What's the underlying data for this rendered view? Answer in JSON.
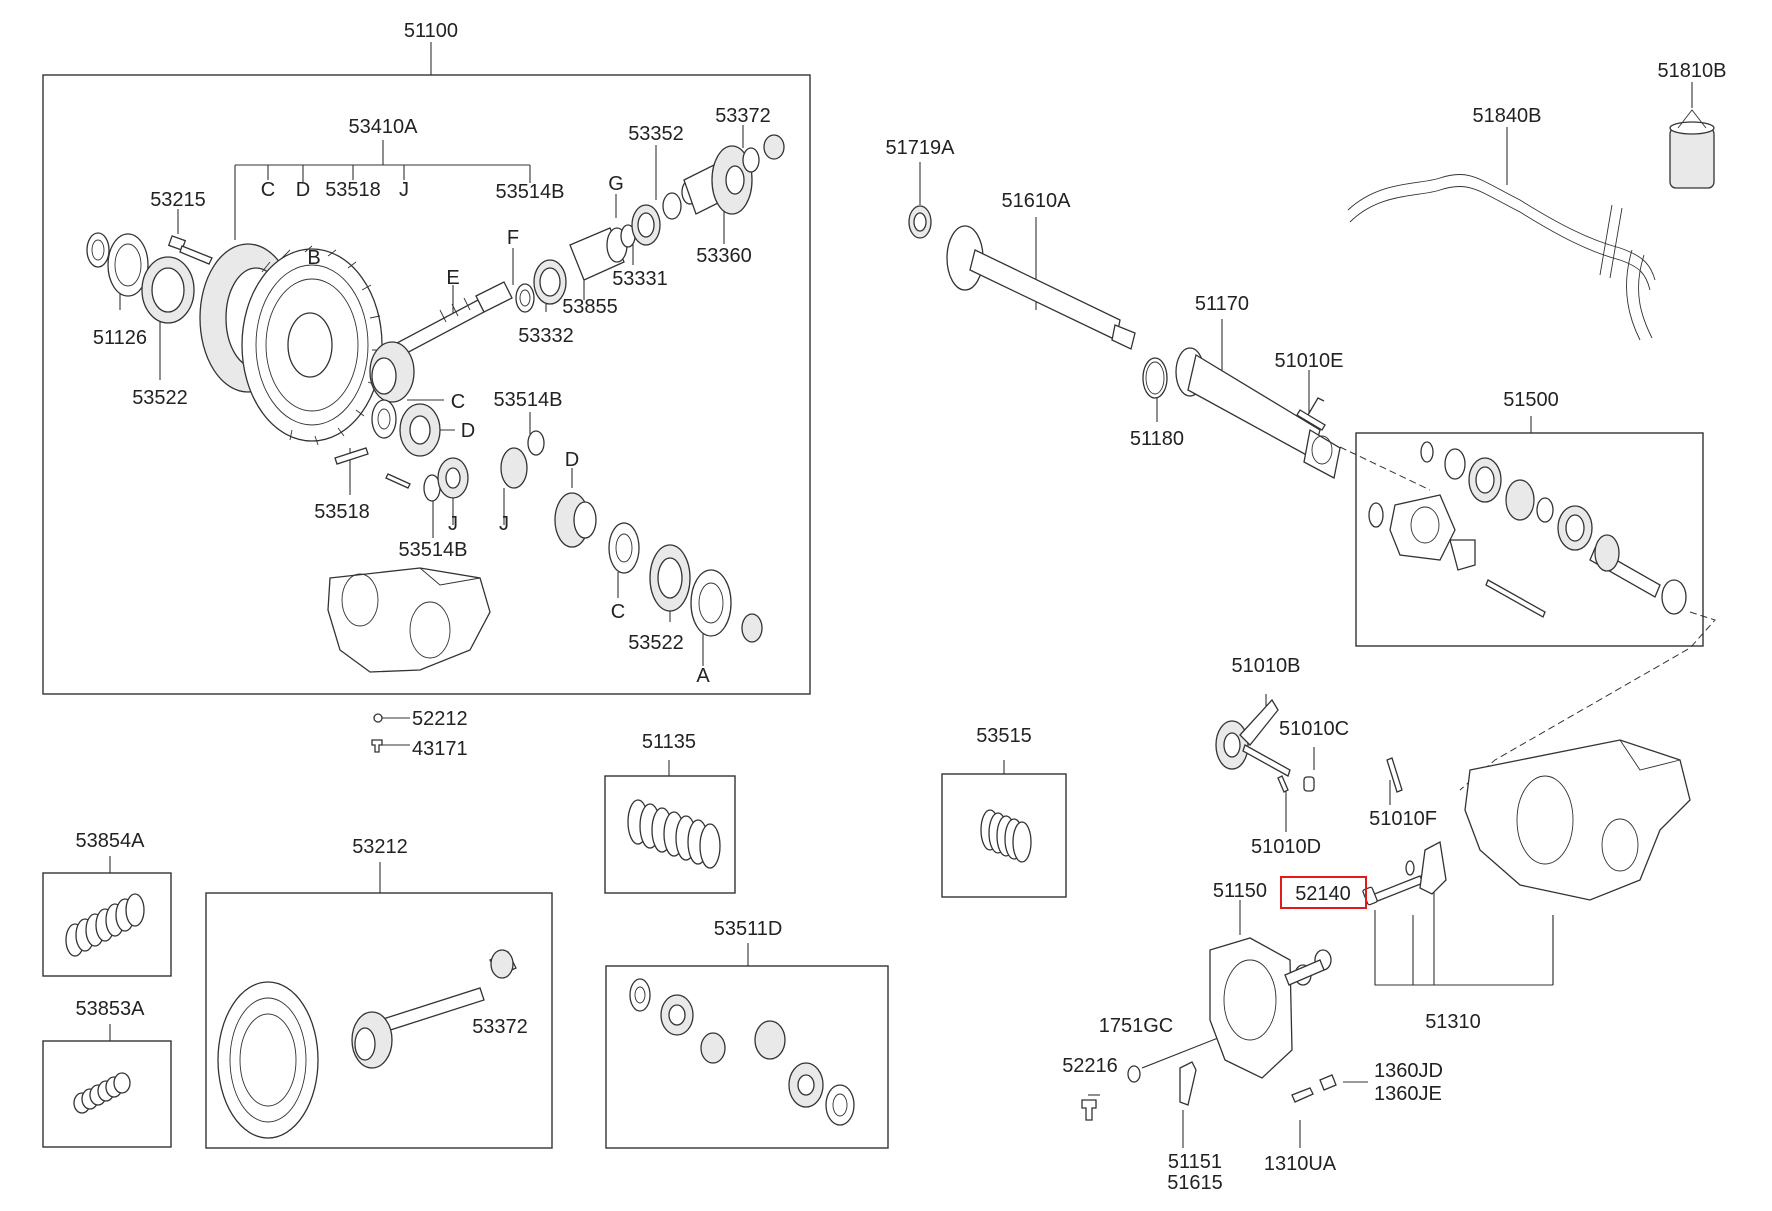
{
  "colors": {
    "line": "#333333",
    "highlight": "#e01b1b",
    "background": "#ffffff"
  },
  "labels": {
    "p51100": "51100",
    "p53410A": "53410A",
    "tC1": "C",
    "tD1": "D",
    "t53518a": "53518",
    "tJ1": "J",
    "t53514Ba": "53514B",
    "p53215": "53215",
    "p51126": "51126",
    "p53522a": "53522",
    "tB": "B",
    "tE": "E",
    "tF": "F",
    "tG": "G",
    "p53352": "53352",
    "p53372a": "53372",
    "p53360": "53360",
    "p53331": "53331",
    "p53855": "53855",
    "p53332": "53332",
    "tC2": "C",
    "tD2": "D",
    "p53514Bb": "53514B",
    "tD3": "D",
    "p53518b": "53518",
    "tJ2": "J",
    "tJ3": "J",
    "p53514Bc": "53514B",
    "tC3": "C",
    "p53522b": "53522",
    "tA": "A",
    "p52212": "52212",
    "p43171": "43171",
    "p51135": "51135",
    "p53515": "53515",
    "p53854A": "53854A",
    "p53212": "53212",
    "p53372b": "53372",
    "p53853A": "53853A",
    "p53511D": "53511D",
    "p51719A": "51719A",
    "p51610A": "51610A",
    "p51170": "51170",
    "p51010E": "51010E",
    "p51180": "51180",
    "p51810B": "51810B",
    "p51840B": "51840B",
    "p51500": "51500",
    "p51010B": "51010B",
    "p51010C": "51010C",
    "p51010D": "51010D",
    "p51010F": "51010F",
    "p52140": "52140",
    "p51150": "51150",
    "p51310": "51310",
    "p1751GC": "1751GC",
    "p52216": "52216",
    "p1360JD": "1360JD",
    "p1360JE": "1360JE",
    "p51151": "51151",
    "p51615": "51615",
    "p1310UA": "1310UA"
  }
}
